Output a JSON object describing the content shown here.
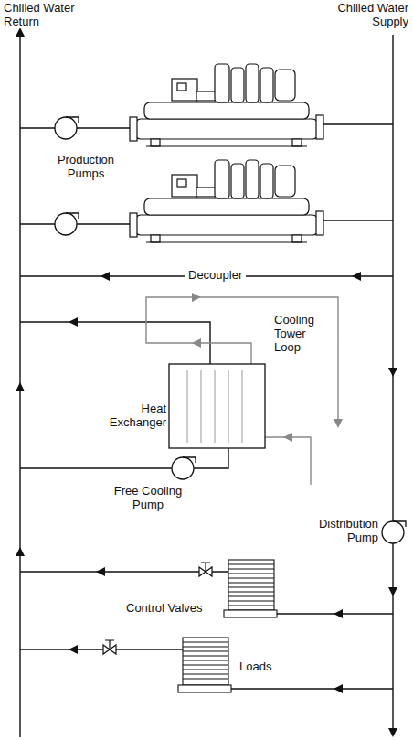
{
  "diagram": {
    "labels": [
      "Chilled Water Return",
      "Chilled Water Supply",
      "Production Pumps",
      "Decoupler",
      "Cooling Tower Loop",
      "Heat Exchanger",
      "Free Cooling Pump",
      "Distribution Pump",
      "Control Valves",
      "Loads"
    ]
  }
}
